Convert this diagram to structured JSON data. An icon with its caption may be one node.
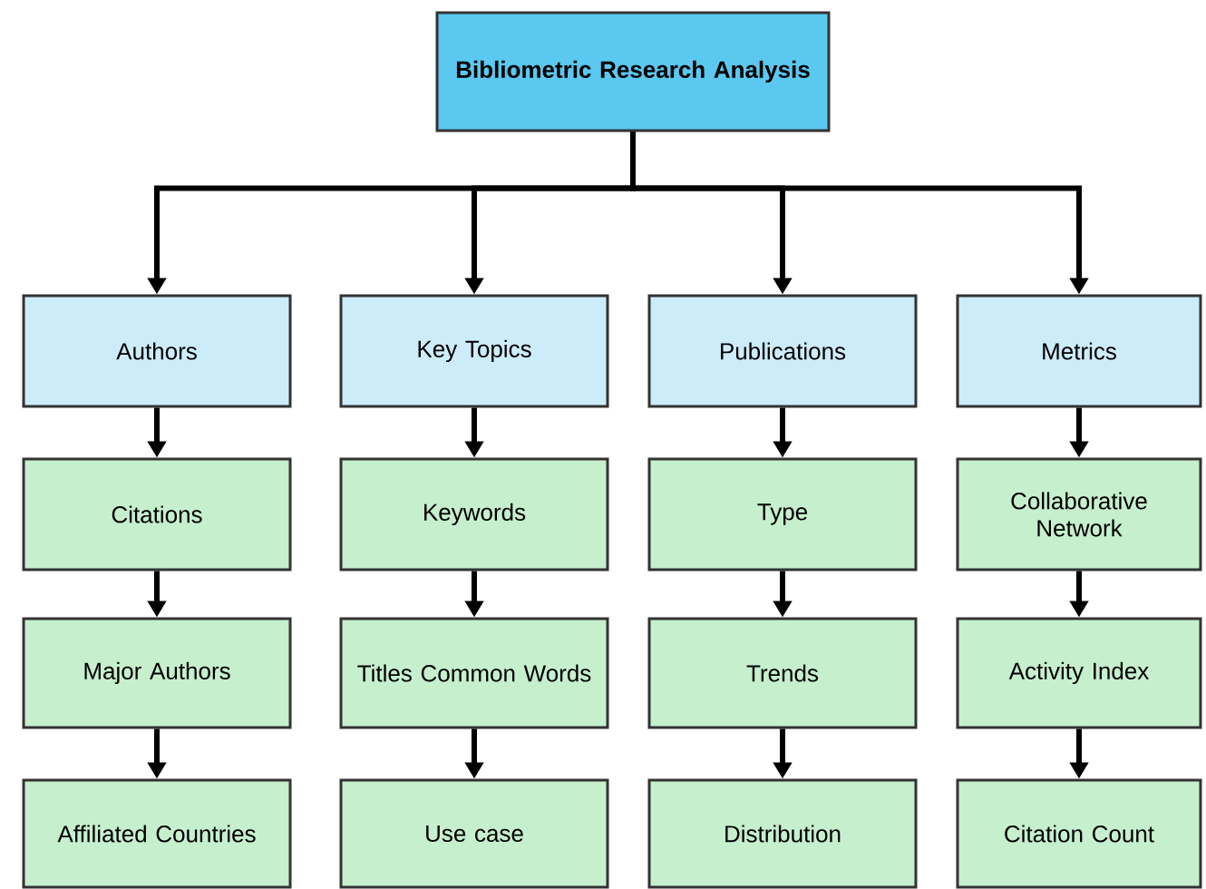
{
  "diagram": {
    "nodes": [
      {
        "text": [
          "Bibliometric Research Analysis"
        ]
      },
      {
        "text": [
          "Authors"
        ]
      },
      {
        "text": [
          "Key Topics"
        ]
      },
      {
        "text": [
          "Publications"
        ]
      },
      {
        "text": [
          "Metrics"
        ]
      },
      {
        "text": [
          "Citations"
        ]
      },
      {
        "text": [
          "Keywords"
        ]
      },
      {
        "text": [
          "Type"
        ]
      },
      {
        "text": [
          "Collaborative Network"
        ]
      },
      {
        "text": [
          "Major Authors"
        ]
      },
      {
        "text": [
          "Titles Common Words"
        ]
      },
      {
        "text": [
          "Trends"
        ]
      },
      {
        "text": [
          "Activity Index"
        ]
      },
      {
        "text": [
          "Affiliated Countries"
        ]
      },
      {
        "text": [
          "Use case"
        ]
      },
      {
        "text": [
          "Distribution"
        ]
      },
      {
        "text": [
          "Citation Count"
        ]
      }
    ],
    "edges": [
      {
        "from": 0,
        "to": 1,
        "arrow": "to"
      },
      {
        "from": 0,
        "to": 2,
        "arrow": "to"
      },
      {
        "from": 0,
        "to": 3,
        "arrow": "to"
      },
      {
        "from": 0,
        "to": 4,
        "arrow": "to"
      },
      {
        "from": 1,
        "to": 5,
        "arrow": "to"
      },
      {
        "from": 2,
        "to": 6,
        "arrow": "to"
      },
      {
        "from": 3,
        "to": 7,
        "arrow": "to"
      },
      {
        "from": 4,
        "to": 8,
        "arrow": "to"
      },
      {
        "from": 5,
        "to": 9,
        "arrow": "to"
      },
      {
        "from": 6,
        "to": 10,
        "arrow": "to"
      },
      {
        "from": 7,
        "to": 11,
        "arrow": "to"
      },
      {
        "from": 8,
        "to": 12,
        "arrow": "to"
      },
      {
        "from": 9,
        "to": 13,
        "arrow": "to"
      },
      {
        "from": 10,
        "to": 14,
        "arrow": "to"
      },
      {
        "from": 11,
        "to": 15,
        "arrow": "to"
      },
      {
        "from": 12,
        "to": 16,
        "arrow": "to"
      }
    ]
  }
}
